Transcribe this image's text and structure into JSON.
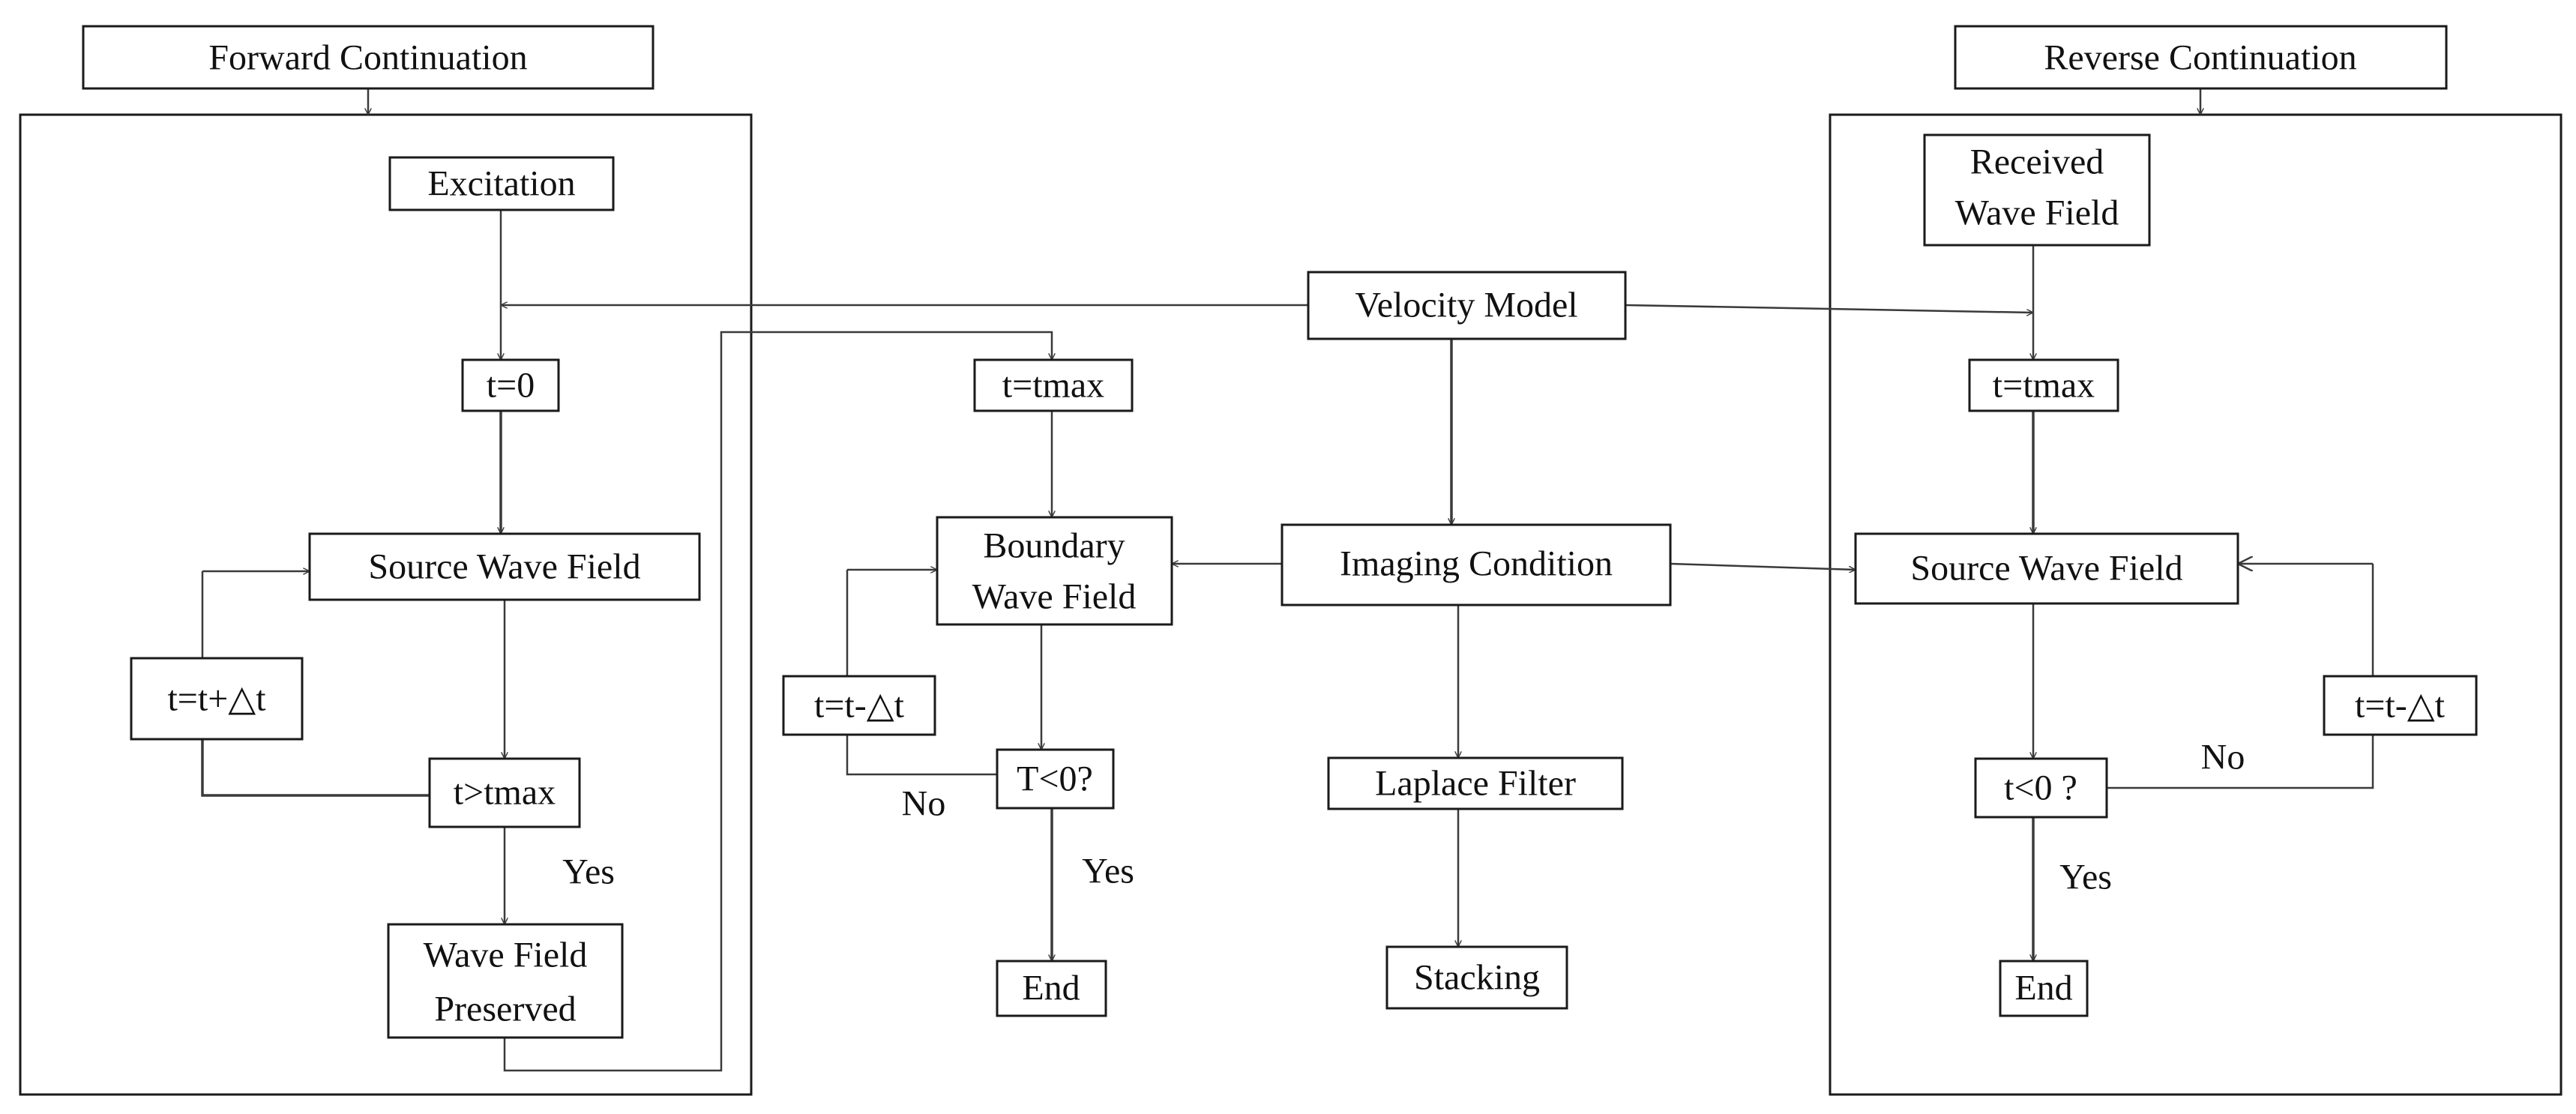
{
  "forward": {
    "header": "Forward Continuation",
    "excitation": "Excitation",
    "t_zero": "t=0",
    "source_wave_field": "Source Wave Field",
    "t_increment": "t=t+△t",
    "t_gt_tmax": "t>tmax",
    "yes": "Yes",
    "preserved_line1": "Wave Field",
    "preserved_line2": "Preserved"
  },
  "middle": {
    "t_tmax": "t=tmax",
    "boundary_line1": "Boundary",
    "boundary_line2": "Wave Field",
    "t_decrement": "t=t-△t",
    "no": "No",
    "t_lt_zero": "T<0?",
    "yes": "Yes",
    "end": "End"
  },
  "center": {
    "velocity_model": "Velocity Model",
    "imaging_condition": "Imaging Condition",
    "laplace_filter": "Laplace Filter",
    "stacking": "Stacking"
  },
  "reverse": {
    "header": "Reverse Continuation",
    "received_line1": "Received",
    "received_line2": "Wave Field",
    "t_tmax": "t=tmax",
    "source_wave_field": "Source Wave Field",
    "t_decrement": "t=t-△t",
    "no": "No",
    "t_lt_zero": "t<0 ?",
    "yes": "Yes",
    "end": "End"
  }
}
